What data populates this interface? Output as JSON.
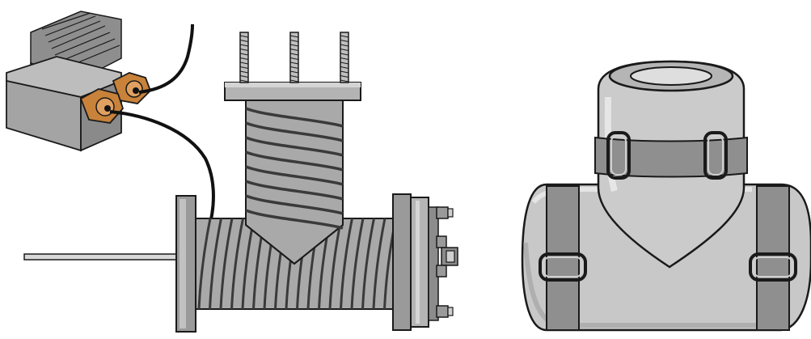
{
  "colors": {
    "outline": "#1a1a1a",
    "metal": "#a9a9a9",
    "metal_light": "#cfcfcf",
    "metal_dark": "#7e7e7e",
    "coil": "#3a3a3a",
    "cable": "#111111",
    "gland_copper": "#c9823a",
    "gland_copper_dark": "#7a4a1c",
    "jacket": "#c8c8c8",
    "jacket_light": "#e2e2e2",
    "strap": "#8a8a8a"
  },
  "assemblies": [
    {
      "name": "heater-controller",
      "icon": "controller-with-heatsink-icon"
    },
    {
      "name": "heat-traced-tee",
      "icon": "coiled-heater-tee-icon"
    },
    {
      "name": "insulated-tee-jacket",
      "icon": "insulation-jacket-icon"
    }
  ]
}
